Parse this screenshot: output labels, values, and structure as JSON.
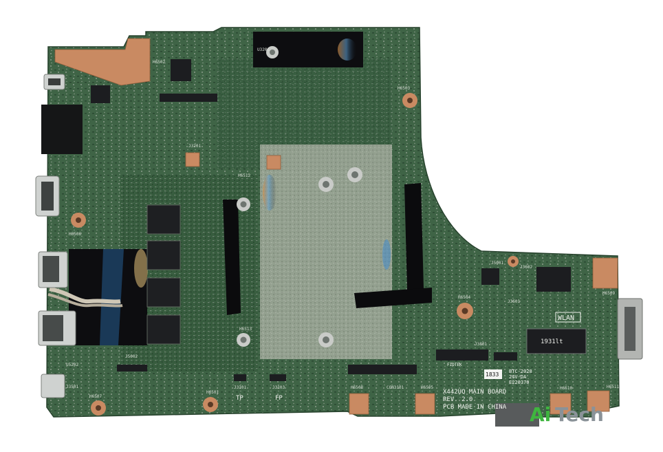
{
  "photo": {
    "subject": "Laptop motherboard",
    "board_model": "X442UQ MAIN BOARD",
    "revision": "REV. 2.0",
    "made_in": "PCB MADE IN CHINA",
    "connector_labels": {
      "tp": "TP",
      "fp": "FP",
      "wlan": "WLAN"
    },
    "sticker_text": {
      "code_a": "1833",
      "code_b": "BTC-2028",
      "code_c": "24V-DA",
      "code_d": "E220370",
      "label_ssd": "1931lt",
      "fiber": "FIDTEK"
    },
    "refdes": [
      "H6502",
      "H6503",
      "H6506",
      "H6507",
      "H6508",
      "H6509",
      "H6510",
      "H6511",
      "H6512",
      "H6513",
      "H6504",
      "H6505",
      "H6501",
      "J3501",
      "J3101",
      "J3103",
      "J3201",
      "J5001",
      "U3201",
      "U5202",
      "J5002",
      "J3601",
      "J3602",
      "J3801",
      "CON3101"
    ],
    "watermark": {
      "part1": "Ai",
      "part2": "Tech"
    },
    "colors": {
      "pcb": "#3f6446",
      "pcb_dark": "#2e4c35",
      "copper": "#c98a62",
      "tape": "#0d0d10",
      "silk": "#f2f4ef"
    }
  }
}
